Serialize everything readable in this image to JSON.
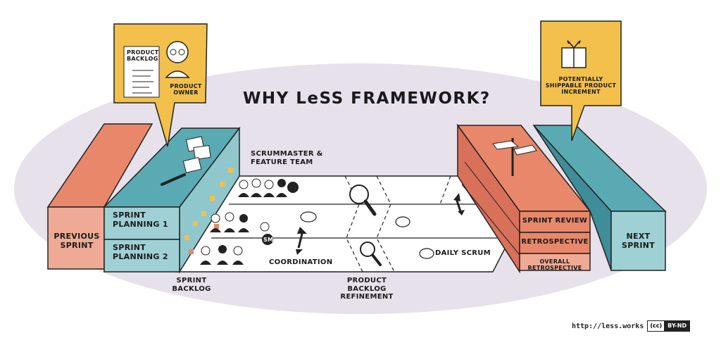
{
  "title": "WHY LeSS FRAMEWORK?",
  "colors": {
    "orange": "#e8876a",
    "teal": "#5aaab4",
    "yellow": "#f3c04b",
    "ellipse": "#e6e1ea"
  },
  "callouts": {
    "product_backlog": "PRODUCT BACKLOG",
    "product_owner": "PRODUCT OWNER",
    "increment": "POTENTIALLY SHIPPABLE PRODUCT INCREMENT"
  },
  "blocks": {
    "previous_sprint": "PREVIOUS SPRINT",
    "sprint_planning_1": "SPRINT PLANNING 1",
    "sprint_planning_2": "SPRINT PLANNING 2",
    "sprint_review": "SPRINT REVIEW",
    "retrospective": "RETROSPECTIVE",
    "overall_retrospective": "OVERALL RETROSPECTIVE",
    "next_sprint": "NEXT SPRINT"
  },
  "labels": {
    "scrummaster_team": "SCRUMMASTER & FEATURE TEAM",
    "coordination": "COORDINATION",
    "daily_scrum": "DAILY SCRUM",
    "sprint_backlog": "SPRINT BACKLOG",
    "pbr": "PRODUCT BACKLOG REFINEMENT",
    "sm_badge": "SM"
  },
  "footer": {
    "url": "http://less.works",
    "cc": "(cc)",
    "license": "BY-ND"
  }
}
